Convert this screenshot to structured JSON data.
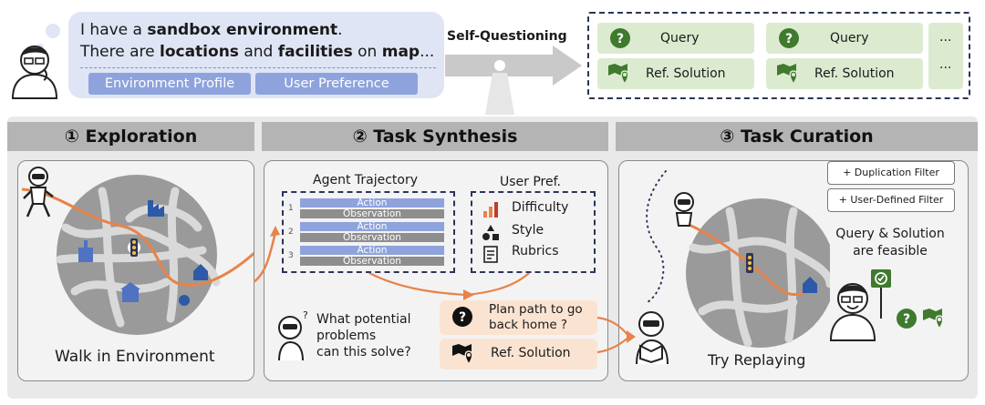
{
  "header": {
    "bubble_line1_pre": "I have a ",
    "bubble_line1_bold": "sandbox environment",
    "bubble_line1_post": ".",
    "bubble_line2_a": "There are ",
    "bubble_line2_b": "locations",
    "bubble_line2_c": " and ",
    "bubble_line2_d": "facilities",
    "bubble_line2_e": " on ",
    "bubble_line2_f": "map",
    "bubble_line2_g": "...",
    "env_profile": "Environment Profile",
    "user_pref": "User Preference",
    "self_questioning": "Self-Questioning"
  },
  "outputs": {
    "query1": "Query",
    "query2": "Query",
    "ref1": "Ref. Solution",
    "ref2": "Ref. Solution",
    "more1": "...",
    "more2": "..."
  },
  "stages": {
    "exploration": "① Exploration",
    "synthesis": "② Task Synthesis",
    "curation": "③ Task Curation"
  },
  "exploration": {
    "caption": "Walk in Environment"
  },
  "synthesis": {
    "trajectory_title": "Agent Trajectory",
    "steps": [
      {
        "num": "1",
        "action": "Action",
        "obs": "Observation"
      },
      {
        "num": "2",
        "action": "Action",
        "obs": "Observation"
      },
      {
        "num": "3",
        "action": "Action",
        "obs": "Observation"
      }
    ],
    "pref_title": "User Pref.",
    "prefs": [
      "Difficulty",
      "Style",
      "Rubrics"
    ],
    "question": [
      "What potential",
      "problems",
      "can this solve?"
    ],
    "plan": [
      "Plan path to go",
      "back home ?"
    ],
    "ref_solution": "Ref. Solution"
  },
  "curation": {
    "filter1": "+ Duplication Filter",
    "filter2": "+ User-Defined Filter",
    "feasible": [
      "Query & Solution",
      "are feasible"
    ],
    "caption": "Try Replaying"
  },
  "colors": {
    "accent_blue": "#8ea3dc",
    "green": "#3f7a2e",
    "orange": "#e8834a",
    "navy": "#2c3458"
  }
}
